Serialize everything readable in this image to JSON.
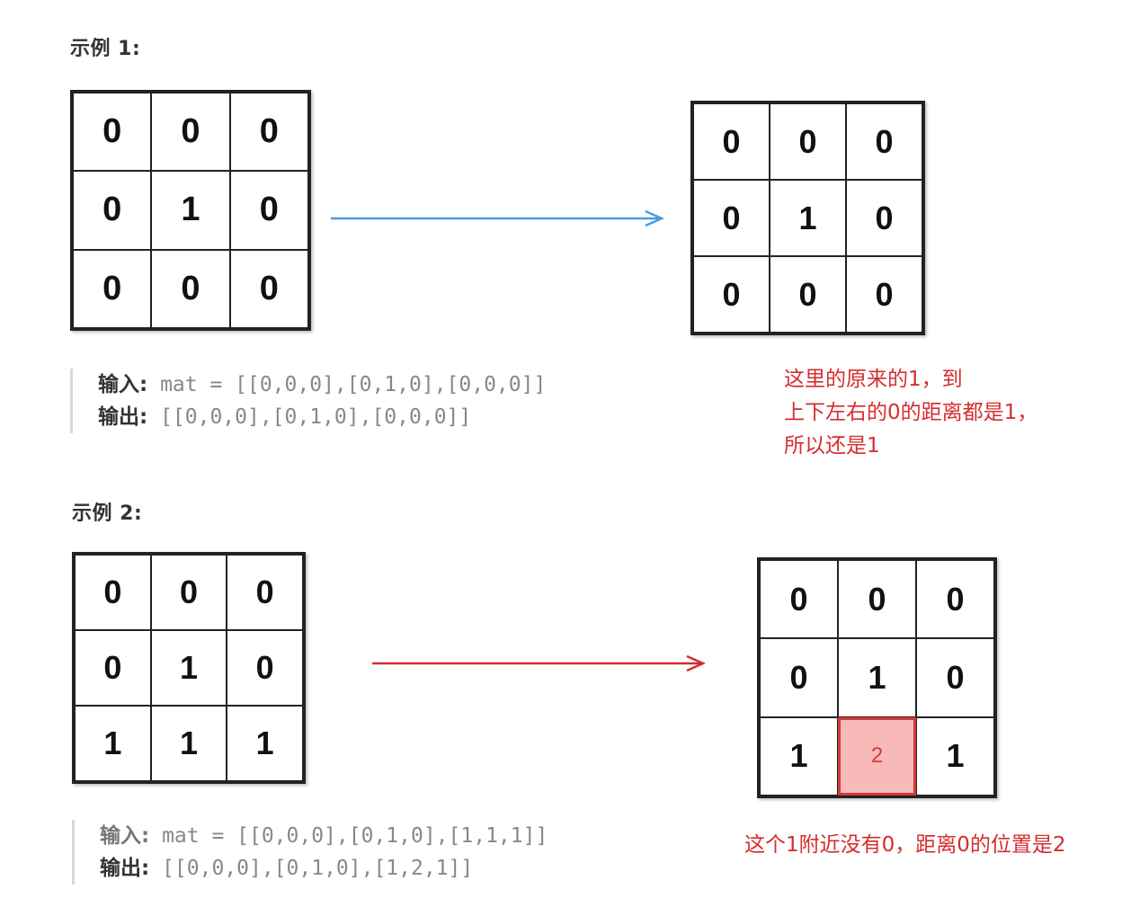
{
  "example1": {
    "title": "示例 1:",
    "input_grid": [
      [
        "0",
        "0",
        "0"
      ],
      [
        "0",
        "1",
        "0"
      ],
      [
        "0",
        "0",
        "0"
      ]
    ],
    "output_grid": [
      [
        "0",
        "0",
        "0"
      ],
      [
        "0",
        "1",
        "0"
      ],
      [
        "0",
        "0",
        "0"
      ]
    ],
    "input_label": "输入:",
    "input_value": "mat = [[0,0,0],[0,1,0],[0,0,0]]",
    "output_label": "输出:",
    "output_value": "[[0,0,0],[0,1,0],[0,0,0]]",
    "note_lines": [
      "这里的原来的1，到",
      "上下左右的0的距离都是1，",
      "所以还是1"
    ],
    "arrow_color": "#4a9de0"
  },
  "example2": {
    "title": "示例 2:",
    "input_grid": [
      [
        "0",
        "0",
        "0"
      ],
      [
        "0",
        "1",
        "0"
      ],
      [
        "1",
        "1",
        "1"
      ]
    ],
    "output_grid": [
      [
        "0",
        "0",
        "0"
      ],
      [
        "0",
        "1",
        "0"
      ],
      [
        "1",
        "2",
        "1"
      ]
    ],
    "input_label": "输入:",
    "input_value": "mat = [[0,0,0],[0,1,0],[1,1,1]]",
    "output_label": "输出:",
    "output_value": "[[0,0,0],[0,1,0],[1,2,1]]",
    "note": "这个1附近没有0，距离0的位置是2",
    "arrow_color": "#d62d2d",
    "highlight_color": "#f8b9b9"
  }
}
